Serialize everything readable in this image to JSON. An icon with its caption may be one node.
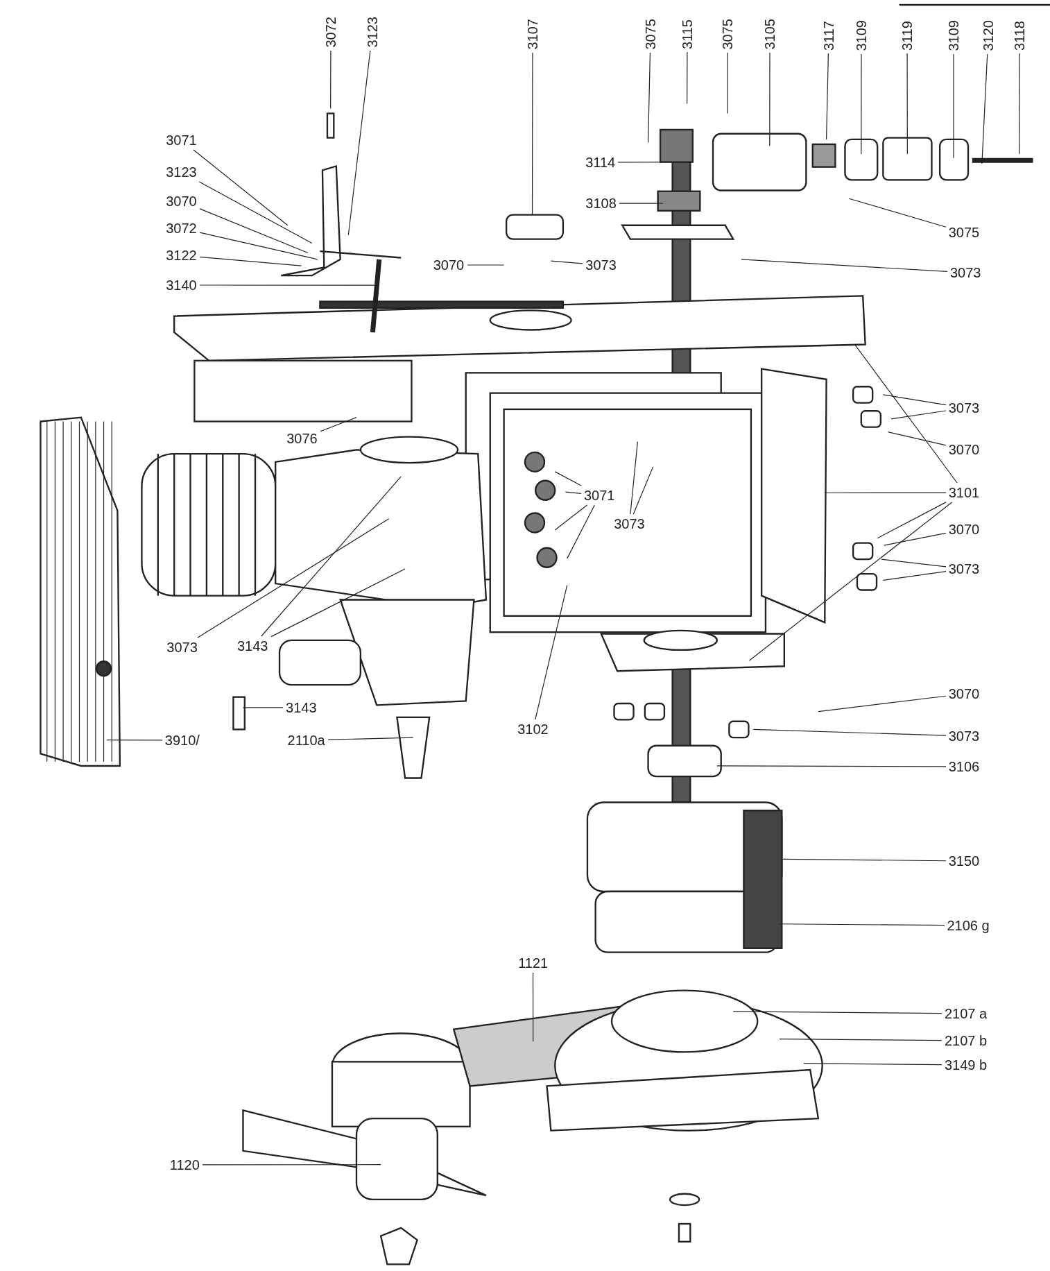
{
  "diagram": {
    "nodes": [
      {
        "text": [
          "3072"
        ]
      },
      {
        "text": [
          "3123"
        ]
      },
      {
        "text": [
          "3107"
        ]
      },
      {
        "text": [
          "3075"
        ]
      },
      {
        "text": [
          "3115"
        ]
      },
      {
        "text": [
          "3075"
        ]
      },
      {
        "text": [
          "3105"
        ]
      },
      {
        "text": [
          "3117"
        ]
      },
      {
        "text": [
          "3109"
        ]
      },
      {
        "text": [
          "3119"
        ]
      },
      {
        "text": [
          "3109"
        ]
      },
      {
        "text": [
          "3120"
        ]
      },
      {
        "text": [
          "3118"
        ]
      },
      {
        "text": [
          "3071"
        ]
      },
      {
        "text": [
          "3123"
        ]
      },
      {
        "text": [
          "3070"
        ]
      },
      {
        "text": [
          "3072"
        ]
      },
      {
        "text": [
          "3122"
        ]
      },
      {
        "text": [
          "3140"
        ]
      },
      {
        "text": [
          "3114"
        ]
      },
      {
        "text": [
          "3108"
        ]
      },
      {
        "text": [
          "3070"
        ]
      },
      {
        "text": [
          "3073"
        ]
      },
      {
        "text": [
          "3075"
        ]
      },
      {
        "text": [
          "3073"
        ]
      },
      {
        "text": [
          "3076"
        ]
      },
      {
        "text": [
          "3073"
        ]
      },
      {
        "text": [
          "3070"
        ]
      },
      {
        "text": [
          "3101"
        ]
      },
      {
        "text": [
          "3071"
        ]
      },
      {
        "text": [
          "3073"
        ]
      },
      {
        "text": [
          "3070"
        ]
      },
      {
        "text": [
          "3073"
        ]
      },
      {
        "text": [
          "3073"
        ]
      },
      {
        "text": [
          "3143"
        ]
      },
      {
        "text": [
          "3143"
        ]
      },
      {
        "text": [
          "3910/"
        ]
      },
      {
        "text": [
          "2110a"
        ]
      },
      {
        "text": [
          "3102"
        ]
      },
      {
        "text": [
          "3070"
        ]
      },
      {
        "text": [
          "3073"
        ]
      },
      {
        "text": [
          "3106"
        ]
      },
      {
        "text": [
          "3150"
        ]
      },
      {
        "text": [
          "2106 g"
        ]
      },
      {
        "text": [
          "1121"
        ]
      },
      {
        "text": [
          "2107 a"
        ]
      },
      {
        "text": [
          "2107 b"
        ]
      },
      {
        "text": [
          "3149 b"
        ]
      },
      {
        "text": [
          "1120"
        ]
      }
    ],
    "edges": [
      {
        "from": 0,
        "to": null,
        "arrow": "none"
      },
      {
        "from": 1,
        "to": null,
        "arrow": "none"
      },
      {
        "from": 2,
        "to": null,
        "arrow": "none"
      },
      {
        "from": 3,
        "to": null,
        "arrow": "none"
      },
      {
        "from": 4,
        "to": null,
        "arrow": "none"
      },
      {
        "from": 5,
        "to": null,
        "arrow": "none"
      },
      {
        "from": 6,
        "to": null,
        "arrow": "none"
      },
      {
        "from": 7,
        "to": null,
        "arrow": "none"
      },
      {
        "from": 8,
        "to": null,
        "arrow": "none"
      },
      {
        "from": 9,
        "to": null,
        "arrow": "none"
      },
      {
        "from": 10,
        "to": null,
        "arrow": "none"
      },
      {
        "from": 11,
        "to": null,
        "arrow": "none"
      },
      {
        "from": 12,
        "to": null,
        "arrow": "none"
      },
      {
        "from": 13,
        "to": null,
        "arrow": "none"
      },
      {
        "from": 14,
        "to": null,
        "arrow": "none"
      },
      {
        "from": 15,
        "to": null,
        "arrow": "none"
      },
      {
        "from": 16,
        "to": null,
        "arrow": "none"
      },
      {
        "from": 17,
        "to": null,
        "arrow": "none"
      },
      {
        "from": 18,
        "to": null,
        "arrow": "none"
      },
      {
        "from": 19,
        "to": null,
        "arrow": "none"
      },
      {
        "from": 20,
        "to": null,
        "arrow": "none"
      },
      {
        "from": 21,
        "to": null,
        "arrow": "none"
      },
      {
        "from": 22,
        "to": null,
        "arrow": "none"
      },
      {
        "from": 23,
        "to": null,
        "arrow": "none"
      },
      {
        "from": 24,
        "to": null,
        "arrow": "none"
      },
      {
        "from": 25,
        "to": null,
        "arrow": "none"
      },
      {
        "from": 26,
        "to": null,
        "arrow": "none"
      },
      {
        "from": 26,
        "to": null,
        "arrow": "none"
      },
      {
        "from": 27,
        "to": null,
        "arrow": "none"
      },
      {
        "from": 28,
        "to": null,
        "arrow": "none"
      },
      {
        "from": 28,
        "to": null,
        "arrow": "none"
      },
      {
        "from": 28,
        "to": null,
        "arrow": "none"
      },
      {
        "from": 28,
        "to": null,
        "arrow": "none"
      },
      {
        "from": 29,
        "to": null,
        "arrow": "none"
      },
      {
        "from": 29,
        "to": null,
        "arrow": "none"
      },
      {
        "from": 29,
        "to": null,
        "arrow": "none"
      },
      {
        "from": 29,
        "to": null,
        "arrow": "none"
      },
      {
        "from": 30,
        "to": null,
        "arrow": "none"
      },
      {
        "from": 30,
        "to": null,
        "arrow": "none"
      },
      {
        "from": 31,
        "to": null,
        "arrow": "none"
      },
      {
        "from": 32,
        "to": null,
        "arrow": "none"
      },
      {
        "from": 32,
        "to": null,
        "arrow": "none"
      },
      {
        "from": 33,
        "to": null,
        "arrow": "none"
      },
      {
        "from": 34,
        "to": null,
        "arrow": "none"
      },
      {
        "from": 34,
        "to": null,
        "arrow": "none"
      },
      {
        "from": 35,
        "to": null,
        "arrow": "none"
      },
      {
        "from": 36,
        "to": null,
        "arrow": "none"
      },
      {
        "from": 37,
        "to": null,
        "arrow": "none"
      },
      {
        "from": 38,
        "to": null,
        "arrow": "none"
      },
      {
        "from": 39,
        "to": null,
        "arrow": "none"
      },
      {
        "from": 40,
        "to": null,
        "arrow": "none"
      },
      {
        "from": 41,
        "to": null,
        "arrow": "none"
      },
      {
        "from": 42,
        "to": null,
        "arrow": "none"
      },
      {
        "from": 43,
        "to": null,
        "arrow": "none"
      },
      {
        "from": 44,
        "to": null,
        "arrow": "none"
      },
      {
        "from": 45,
        "to": null,
        "arrow": "none"
      },
      {
        "from": 46,
        "to": null,
        "arrow": "none"
      },
      {
        "from": 47,
        "to": null,
        "arrow": "none"
      },
      {
        "from": 48,
        "to": null,
        "arrow": "none"
      }
    ]
  }
}
